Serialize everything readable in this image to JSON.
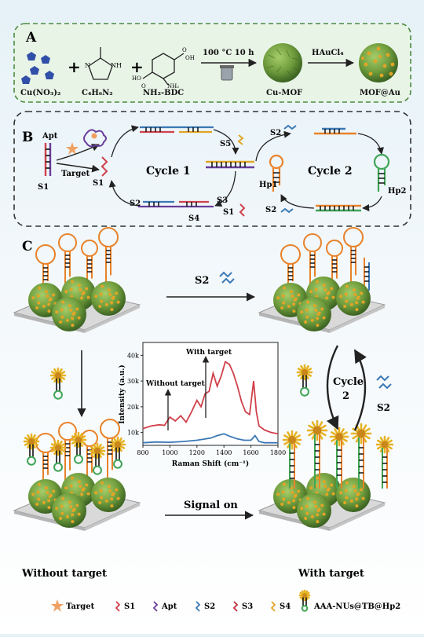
{
  "panel_a": {
    "letter": "A",
    "reagent_1": "Cu(NO₃)₂",
    "reagent_2": "C₄H₆N₂",
    "reagent_3": "NH₂-BDC",
    "condition": "100 °C 10 h",
    "product_1": "Cu-MOF",
    "reagent_4": "HAuCl₄",
    "product_2": "MOF@Au",
    "atom_n": "N",
    "atom_nh": "NH",
    "atom_ho": "HO",
    "atom_oh": "OH",
    "atom_o1": "O",
    "atom_o2": "O",
    "atom_nh2": "NH₂"
  },
  "panel_b": {
    "letter": "B",
    "apt": "Apt",
    "s1_left": "S1",
    "target": "Target",
    "s1_mid": "S1",
    "cycle1": "Cycle 1",
    "s5": "S5",
    "s2_top": "S2",
    "cycle2": "Cycle 2",
    "hp1": "Hp1",
    "hp2": "Hp2",
    "s2_left": "S2",
    "s3": "S3",
    "s4": "S4",
    "s1_bottom": "S1",
    "s2_bottom": "S2"
  },
  "panel_c": {
    "letter": "C",
    "s2_arrow": "S2",
    "cycle2_label": "Cycle\n2",
    "s2_right": "S2",
    "signal_on": "Signal on",
    "without_target": "Without target",
    "with_target": "With target"
  },
  "legend": {
    "target": "Target",
    "s1": "S1",
    "apt": "Apt",
    "s2": "S2",
    "s3": "S3",
    "s4": "S4",
    "probe": "AAA-NUs@TB@Hp2"
  },
  "chart_data": {
    "type": "line",
    "xlabel": "Raman Shift (cm⁻¹)",
    "ylabel": "Intensity (a.u.)",
    "xlim": [
      800,
      1800
    ],
    "ylim": [
      5000,
      45000
    ],
    "x_ticks": [
      800,
      1000,
      1200,
      1400,
      1600,
      1800
    ],
    "y_ticks": [
      "10k",
      "20k",
      "30k",
      "40k"
    ],
    "annotations": [
      "With target",
      "Without target"
    ],
    "series": [
      {
        "color": "#d0404a",
        "x": [
          800,
          860,
          920,
          960,
          1000,
          1040,
          1080,
          1120,
          1160,
          1200,
          1230,
          1260,
          1290,
          1320,
          1350,
          1380,
          1410,
          1440,
          1470,
          1500,
          1530,
          1560,
          1590,
          1620,
          1640,
          1660,
          1700,
          1750,
          1800
        ],
        "y": [
          11500,
          12500,
          13000,
          12800,
          16000,
          14500,
          16500,
          14000,
          18000,
          22500,
          20000,
          25000,
          26000,
          33000,
          28000,
          32000,
          37500,
          36500,
          33000,
          28000,
          22000,
          18000,
          17000,
          30000,
          18000,
          12500,
          11000,
          10000,
          9500
        ]
      },
      {
        "color": "#3a78b5",
        "x": [
          800,
          900,
          1000,
          1100,
          1200,
          1300,
          1350,
          1400,
          1450,
          1500,
          1550,
          1600,
          1630,
          1660,
          1700,
          1800
        ],
        "y": [
          6000,
          6300,
          6200,
          6500,
          7000,
          7800,
          8800,
          9500,
          8400,
          7500,
          7000,
          7000,
          8800,
          6500,
          6000,
          6000
        ]
      }
    ]
  },
  "colors": {
    "mof": "#6e9b3c",
    "gold": "#e2a525",
    "orange": "#e8822a",
    "green": "#3fa554",
    "blue": "#3a78b5",
    "red": "#d0404a",
    "purple": "#6a3d9a"
  }
}
